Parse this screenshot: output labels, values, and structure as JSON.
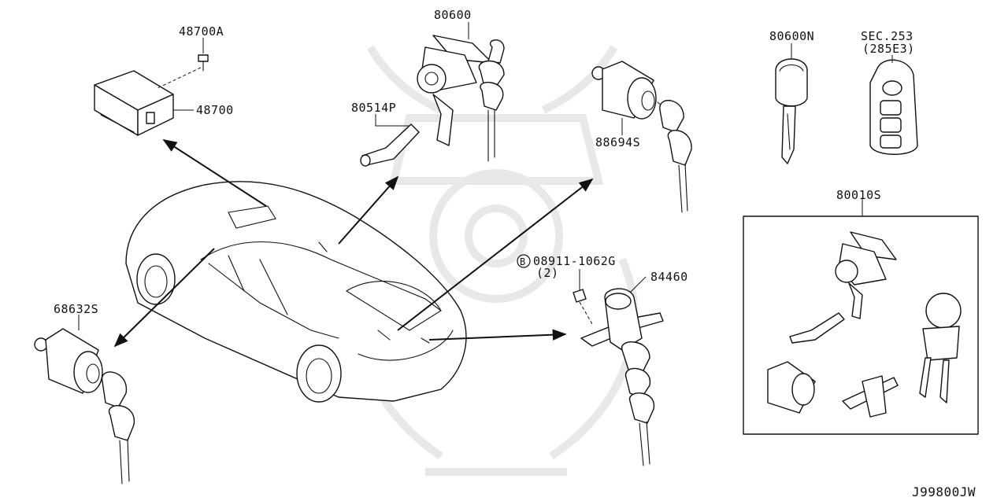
{
  "diagram": {
    "labels": {
      "p48700a": "48700A",
      "p48700": "48700",
      "p80600": "80600",
      "p80514p": "80514P",
      "p88694s": "88694S",
      "p80600n": "80600N",
      "sec253": "SEC.253",
      "sec253_sub": "(285E3)",
      "p80010s": "80010S",
      "p68632s": "68632S",
      "bolt_marker": "B",
      "p08911": "08911-1062G",
      "p08911_qty": "(2)",
      "p84460": "84460",
      "diagram_code": "J99800JW"
    },
    "colors": {
      "line": "#111111",
      "background": "#ffffff",
      "watermark": "#e6e6e6"
    },
    "watermark_icon": "samurai-helmet-crest"
  }
}
